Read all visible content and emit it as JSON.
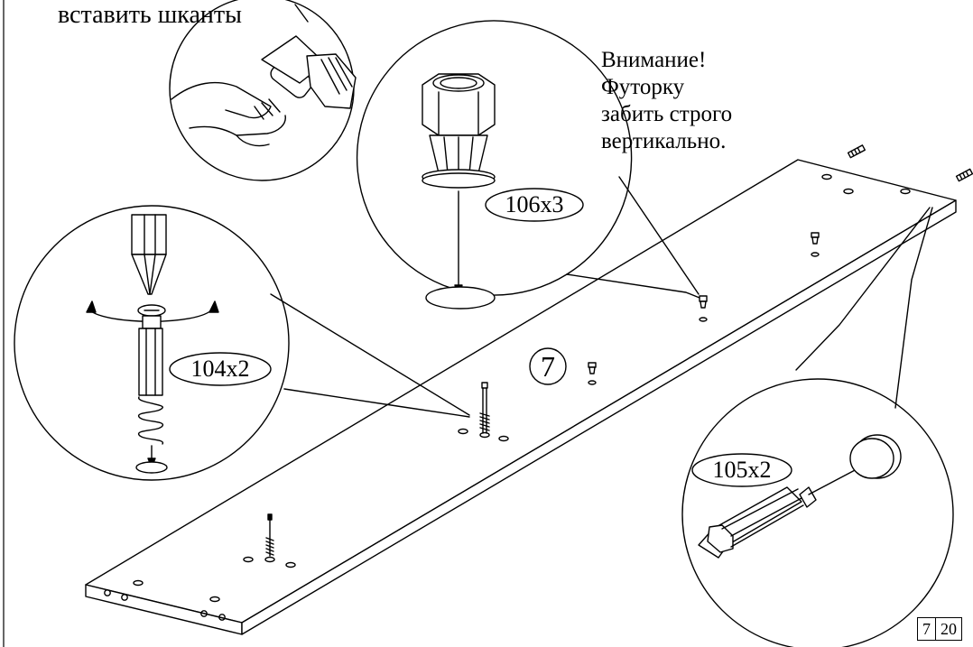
{
  "instruction": "вставить шканты",
  "warning": {
    "line1": "Внимание!",
    "line2": "Футорку",
    "line3": "забить строго",
    "line4": "вертикально."
  },
  "parts": {
    "p106": "106x3",
    "p104": "104x2",
    "p105": "105x2",
    "panel": "7"
  },
  "page": {
    "number": "7",
    "total": "20"
  }
}
